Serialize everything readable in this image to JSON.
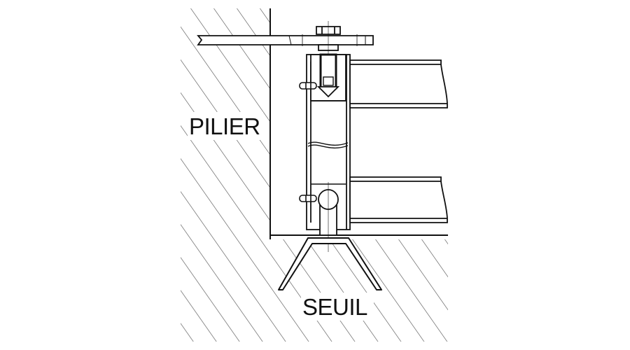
{
  "diagram": {
    "type": "technical-section-drawing",
    "subject": "gate hinge mounting on pillar and sill",
    "labels": {
      "pillar": "PILIER",
      "sill": "SEUIL"
    },
    "colors": {
      "line": "#111111",
      "hatch": "#555555",
      "background": "#ffffff"
    }
  }
}
